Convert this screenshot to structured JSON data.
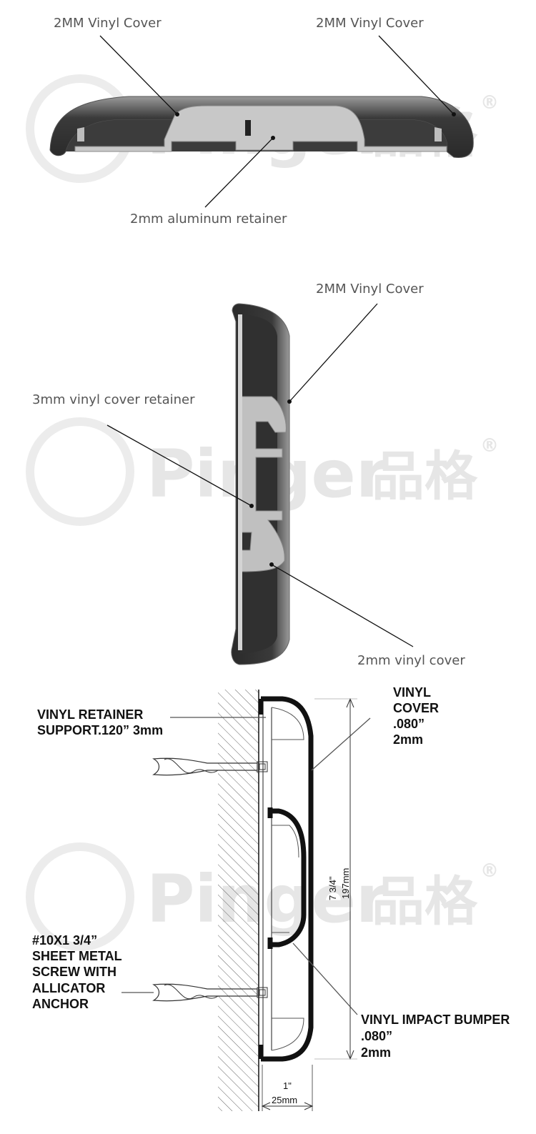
{
  "panel1": {
    "label_left": "2MM Vinyl Cover",
    "label_right": "2MM Vinyl Cover",
    "label_bottom": "2mm aluminum retainer"
  },
  "panel2": {
    "label_top": "2MM Vinyl Cover",
    "label_left": "3mm vinyl cover retainer",
    "label_bottom": "2mm vinyl cover"
  },
  "panel3": {
    "retainer_line1": "VINYL RETAINER",
    "retainer_line2": "SUPPORT.120”   3mm",
    "cover_line1": "VINYL",
    "cover_line2": "COVER",
    "cover_line3": ".080”",
    "cover_line4": "2mm",
    "screw_line1": "#10X1 3/4”",
    "screw_line2": "SHEET METAL",
    "screw_line3": "SCREW WITH",
    "screw_line4": "ALLICATOR",
    "screw_line5": "ANCHOR",
    "bumper_line1": "VINYL IMPACT BUMPER",
    "bumper_line2": ".080”",
    "bumper_line3": "2mm",
    "height_in": "7 3/4\"",
    "height_mm": "197mm",
    "depth_in": "1\"",
    "depth_mm": "25mm"
  },
  "watermark": {
    "brand": "Pinger",
    "chinese": "品格",
    "registered": "®"
  },
  "colors": {
    "vinyl_dark": "#3a3a3a",
    "aluminum": "#c8c8c8",
    "watermark": "#e6e6e6"
  }
}
